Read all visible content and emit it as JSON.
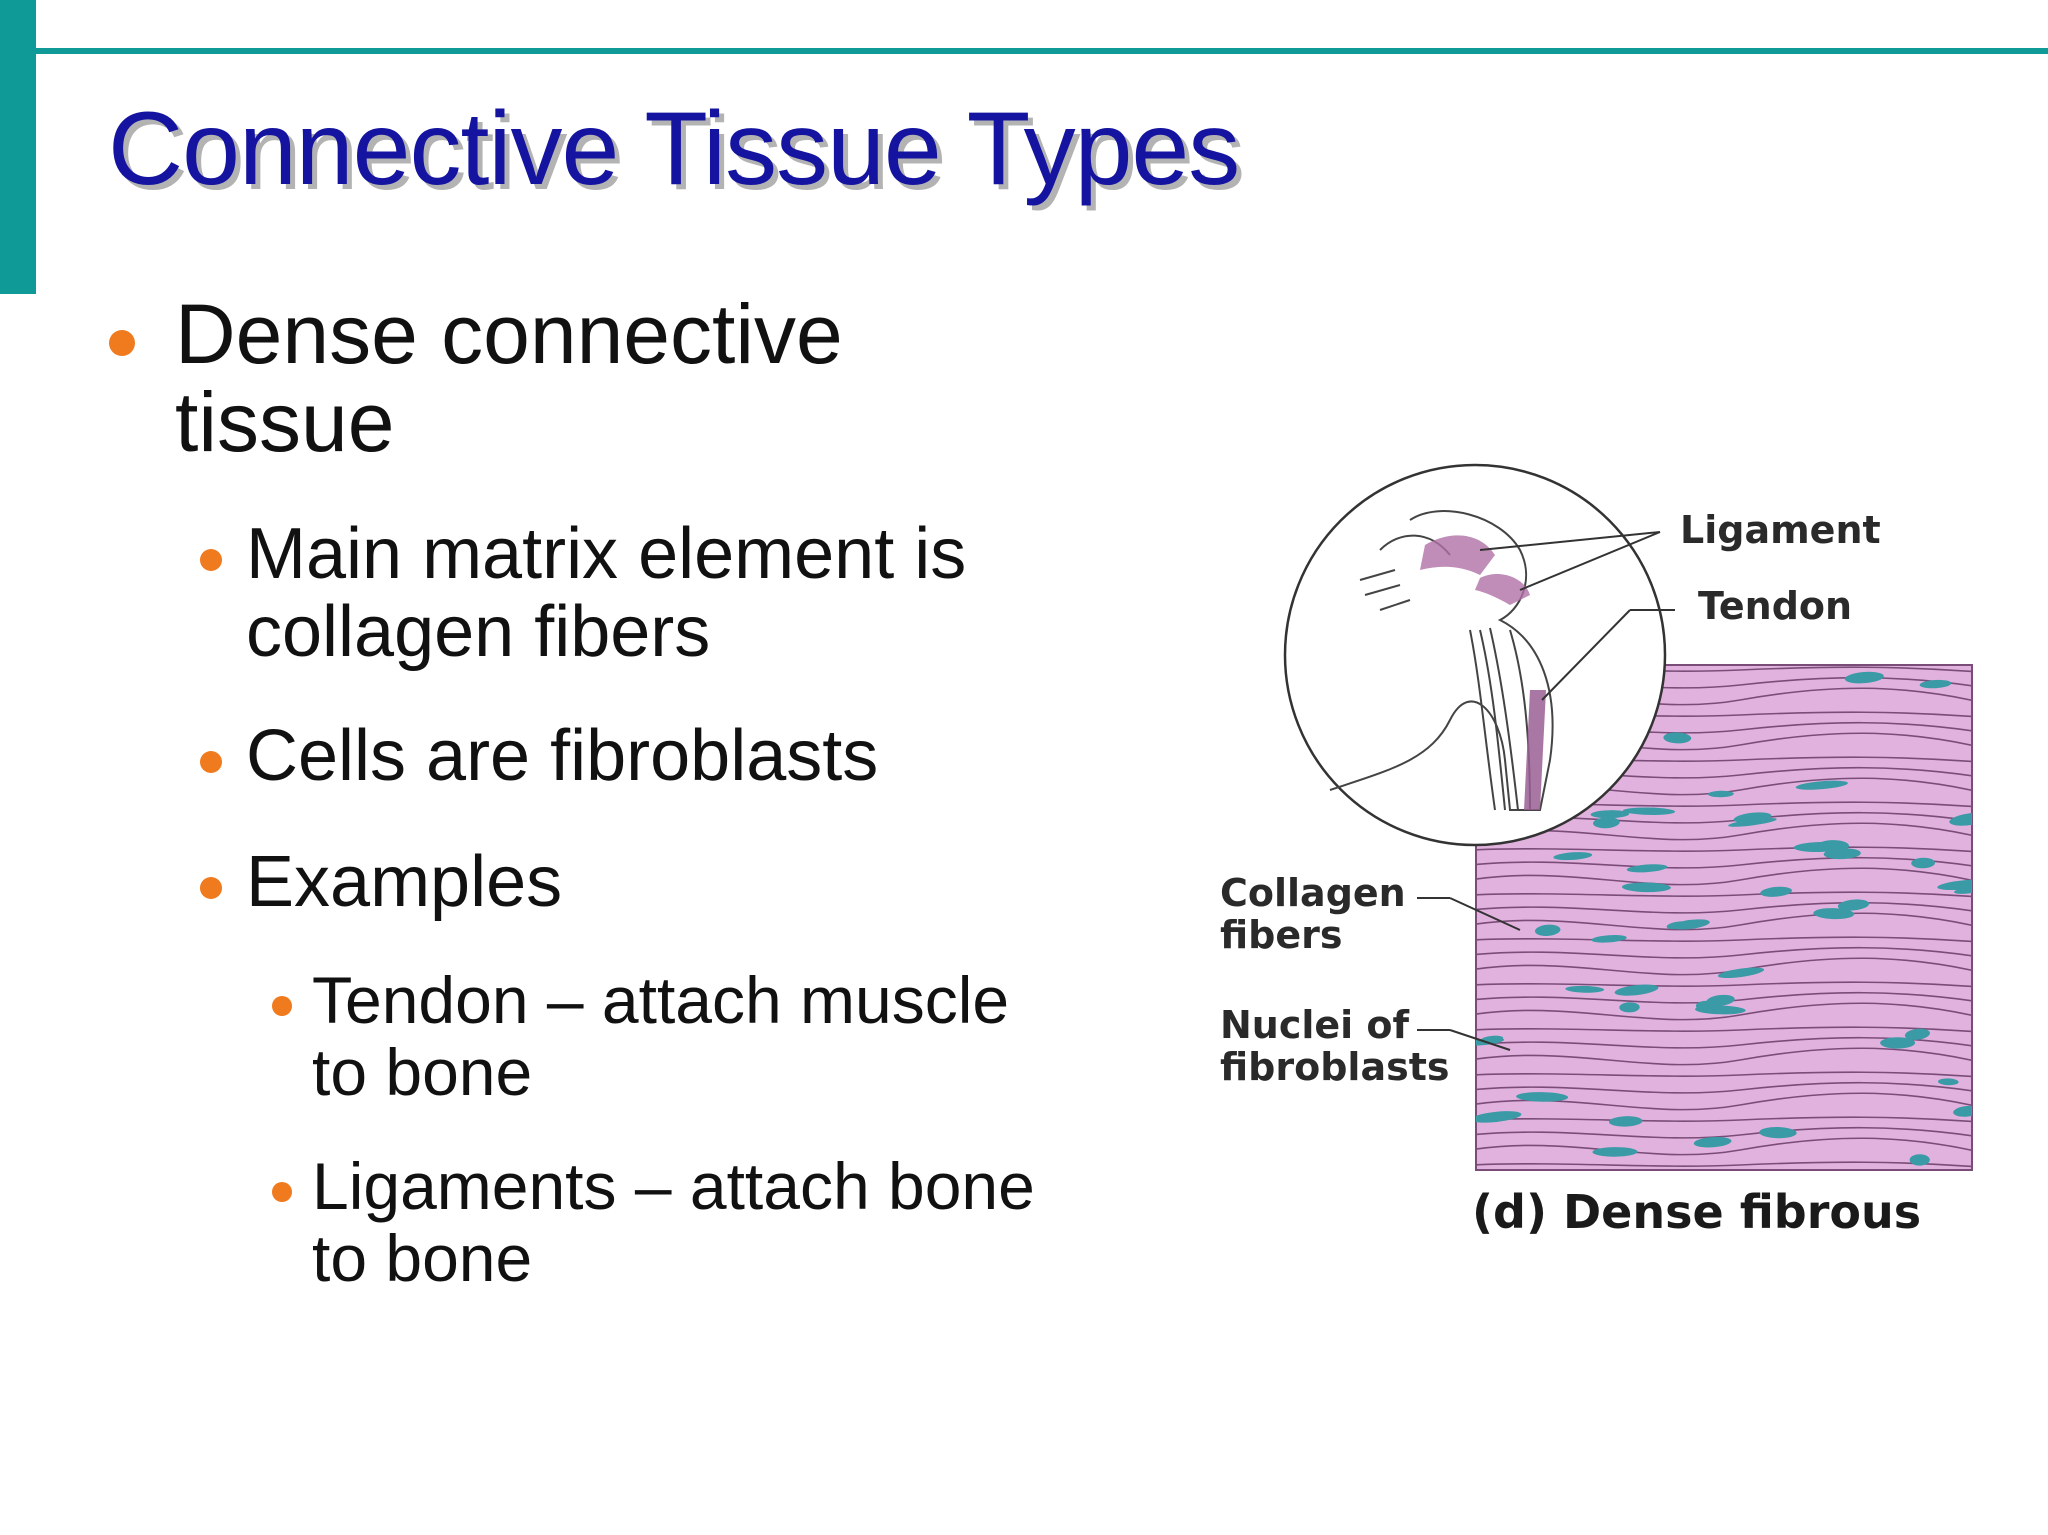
{
  "slide": {
    "title": "Connective Tissue Types",
    "accent_color": "#0f9a98",
    "title_color": "#1414a0",
    "bullet_color": "#f07a1e",
    "bullets": [
      {
        "text": "Dense connective",
        "text2": "tissue"
      },
      {
        "text": "Main matrix element is",
        "text2": "collagen fibers"
      },
      {
        "text": "Cells are fibroblasts"
      },
      {
        "text": "Examples"
      },
      {
        "text": "Tendon – attach muscle",
        "text2": "to bone"
      },
      {
        "text": "Ligaments – attach bone",
        "text2": "to bone"
      }
    ]
  },
  "figure": {
    "labels": {
      "ligament": "Ligament",
      "tendon": "Tendon",
      "collagen_1": "Collagen",
      "collagen_2": "fibers",
      "nuclei_1": "Nuclei of",
      "nuclei_2": "fibroblasts"
    },
    "caption": "(d) Dense fibrous",
    "tissue_color": "#e2b2de",
    "fiber_color": "#7a4d78",
    "nuclei_color": "#3a9aa6"
  }
}
